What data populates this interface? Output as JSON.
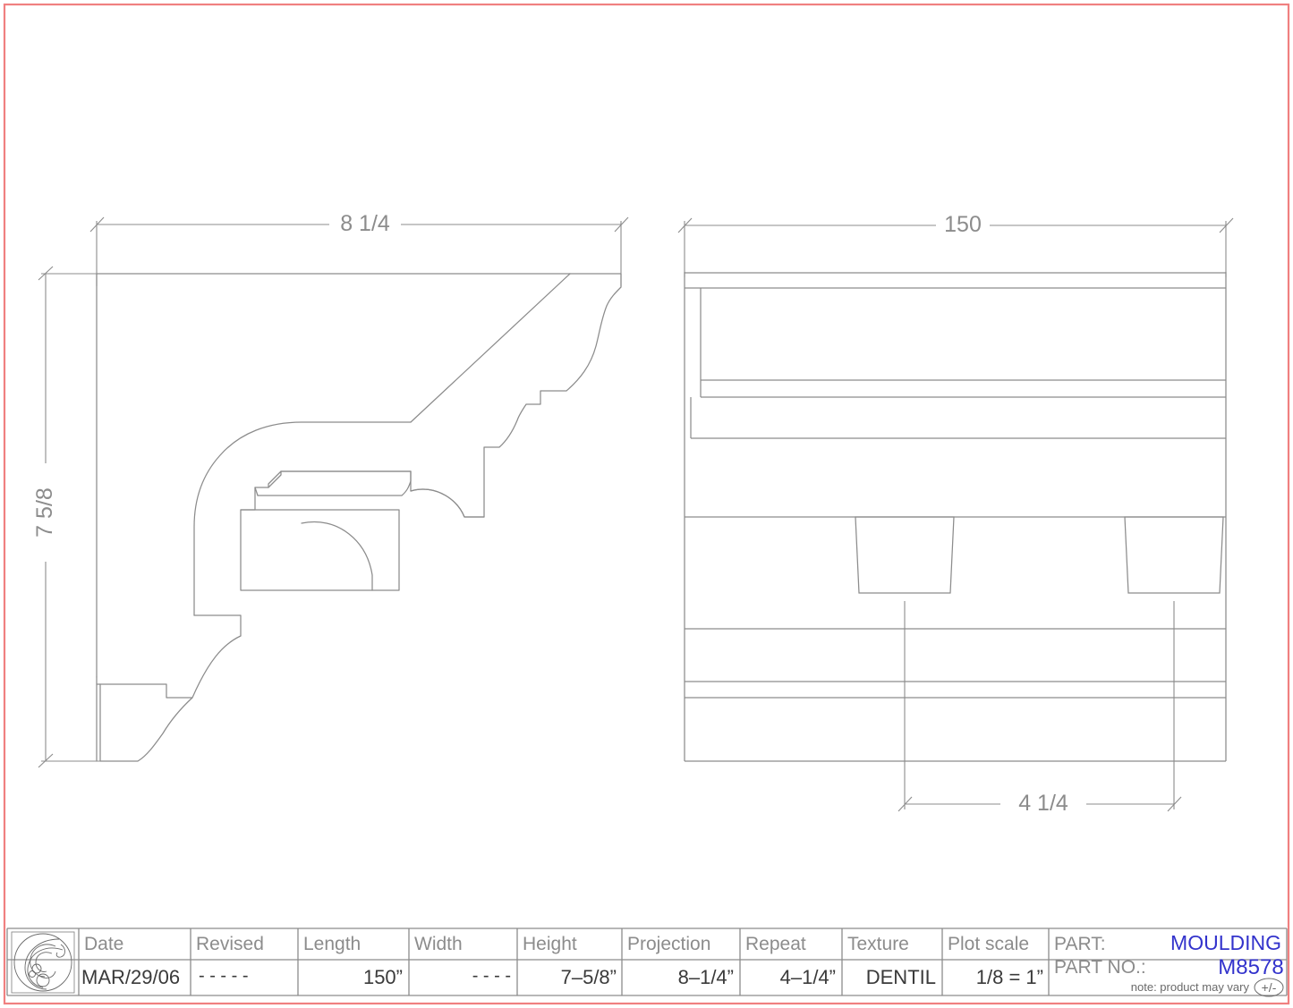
{
  "sheet": {
    "border_color": "#f08080",
    "line_color": "#8c8c8c",
    "accent_color": "#3333cc",
    "background": "#ffffff"
  },
  "profile_view": {
    "name": "moulding-section-profile",
    "dimensions": {
      "projection": {
        "label": "8  1/4",
        "orientation": "horizontal",
        "position": "top"
      },
      "height": {
        "label": "7 5/8",
        "orientation": "vertical",
        "position": "left"
      }
    }
  },
  "elevation_view": {
    "name": "moulding-front-elevation",
    "dimensions": {
      "length": {
        "label": "150",
        "orientation": "horizontal",
        "position": "top"
      },
      "repeat": {
        "label": "4  1/4",
        "orientation": "horizontal",
        "position": "bottom"
      }
    },
    "dentil_count": 2
  },
  "title_block": {
    "logo": "ornate-scroll-logo",
    "columns": [
      {
        "header": "Date",
        "value": "MAR/29/06",
        "name": "date"
      },
      {
        "header": "Revised",
        "value": "- - - - -",
        "name": "revised"
      },
      {
        "header": "Length",
        "value": "150”",
        "name": "length"
      },
      {
        "header": "Width",
        "value": "- - - -",
        "name": "width"
      },
      {
        "header": "Height",
        "value": "7–5/8”",
        "name": "height"
      },
      {
        "header": "Projection",
        "value": "8–1/4”",
        "name": "projection"
      },
      {
        "header": "Repeat",
        "value": "4–1/4”",
        "name": "repeat"
      },
      {
        "header": "Texture",
        "value": "DENTIL",
        "name": "texture"
      },
      {
        "header": "Plot scale",
        "value": "1/8 = 1”",
        "name": "plot-scale"
      }
    ],
    "part": {
      "label": "PART:",
      "value": "MOULDING",
      "number_label": "PART NO.:",
      "number_value": "M8578",
      "note": "note:  product  may  vary",
      "note_symbol": "+/-"
    }
  }
}
